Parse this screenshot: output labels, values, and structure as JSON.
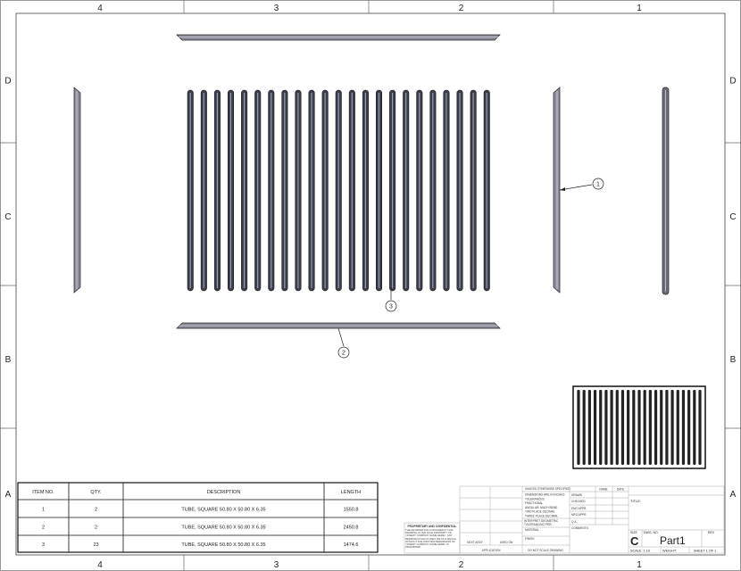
{
  "zones": {
    "columns": [
      "4",
      "3",
      "2",
      "1"
    ],
    "rows": [
      "D",
      "C",
      "B",
      "A"
    ]
  },
  "balloons": [
    "1",
    "2",
    "3"
  ],
  "bar_count": 23,
  "bom": {
    "headers": [
      "ITEM NO.",
      "QTY.",
      "DESCRIPTION",
      "LENGTH"
    ],
    "rows": [
      [
        "1",
        "2",
        "TUBE, SQUARE 50.80 X 50.80 X 6.35",
        "1550.8"
      ],
      [
        "2",
        "2",
        "TUBE, SQUARE 50.80 X 50.80 X 6.35",
        "2450.8"
      ],
      [
        "3",
        "23",
        "TUBE, SQUARE 50.80 X 50.80 X 6.35",
        "1474.6"
      ]
    ]
  },
  "title_block": {
    "unless": "UNLESS OTHERWISE SPECIFIED:",
    "dims": "DIMENSIONS ARE IN INCHES",
    "tolerances": "TOLERANCES:",
    "fractional": "FRACTIONAL",
    "angular": "ANGULAR: MACH   BEND",
    "two_place": "TWO PLACE DECIMAL",
    "three_place": "THREE PLACE DECIMAL",
    "interpret": "INTERPRET GEOMETRIC TOLERANCING PER:",
    "material": "MATERIAL",
    "finish": "FINISH",
    "next_assy": "NEXT ASSY",
    "used_on": "USED ON",
    "application": "APPLICATION",
    "do_not_scale": "DO NOT SCALE DRAWING",
    "proprietary": "PROPRIETARY AND CONFIDENTIAL",
    "proprietary_text": "THE INFORMATION CONTAINED IN THIS DRAWING IS THE SOLE PROPERTY OF <INSERT COMPANY NAME HERE>. ANY REPRODUCTION IN PART OR AS A WHOLE WITHOUT THE WRITTEN PERMISSION OF <INSERT COMPANY NAME HERE> IS PROHIBITED.",
    "name": "NAME",
    "date": "DATE",
    "drawn": "DRAWN",
    "checked": "CHECKED",
    "eng_appr": "ENG APPR.",
    "mfg_appr": "MFG APPR.",
    "qa": "Q.A.",
    "comments": "COMMENTS:",
    "title_label": "TITLE:",
    "size_label": "SIZE",
    "size": "C",
    "dwg_no_label": "DWG.  NO.",
    "dwg_no": "Part1",
    "rev_label": "REV",
    "scale": "SCALE: 1:10",
    "weight": "WEIGHT:",
    "sheet": "SHEET 1 OF 1"
  },
  "colors": {
    "line": "#222222",
    "bar_dark": "#3a3d4a",
    "bar_light": "#9a9cb0"
  }
}
